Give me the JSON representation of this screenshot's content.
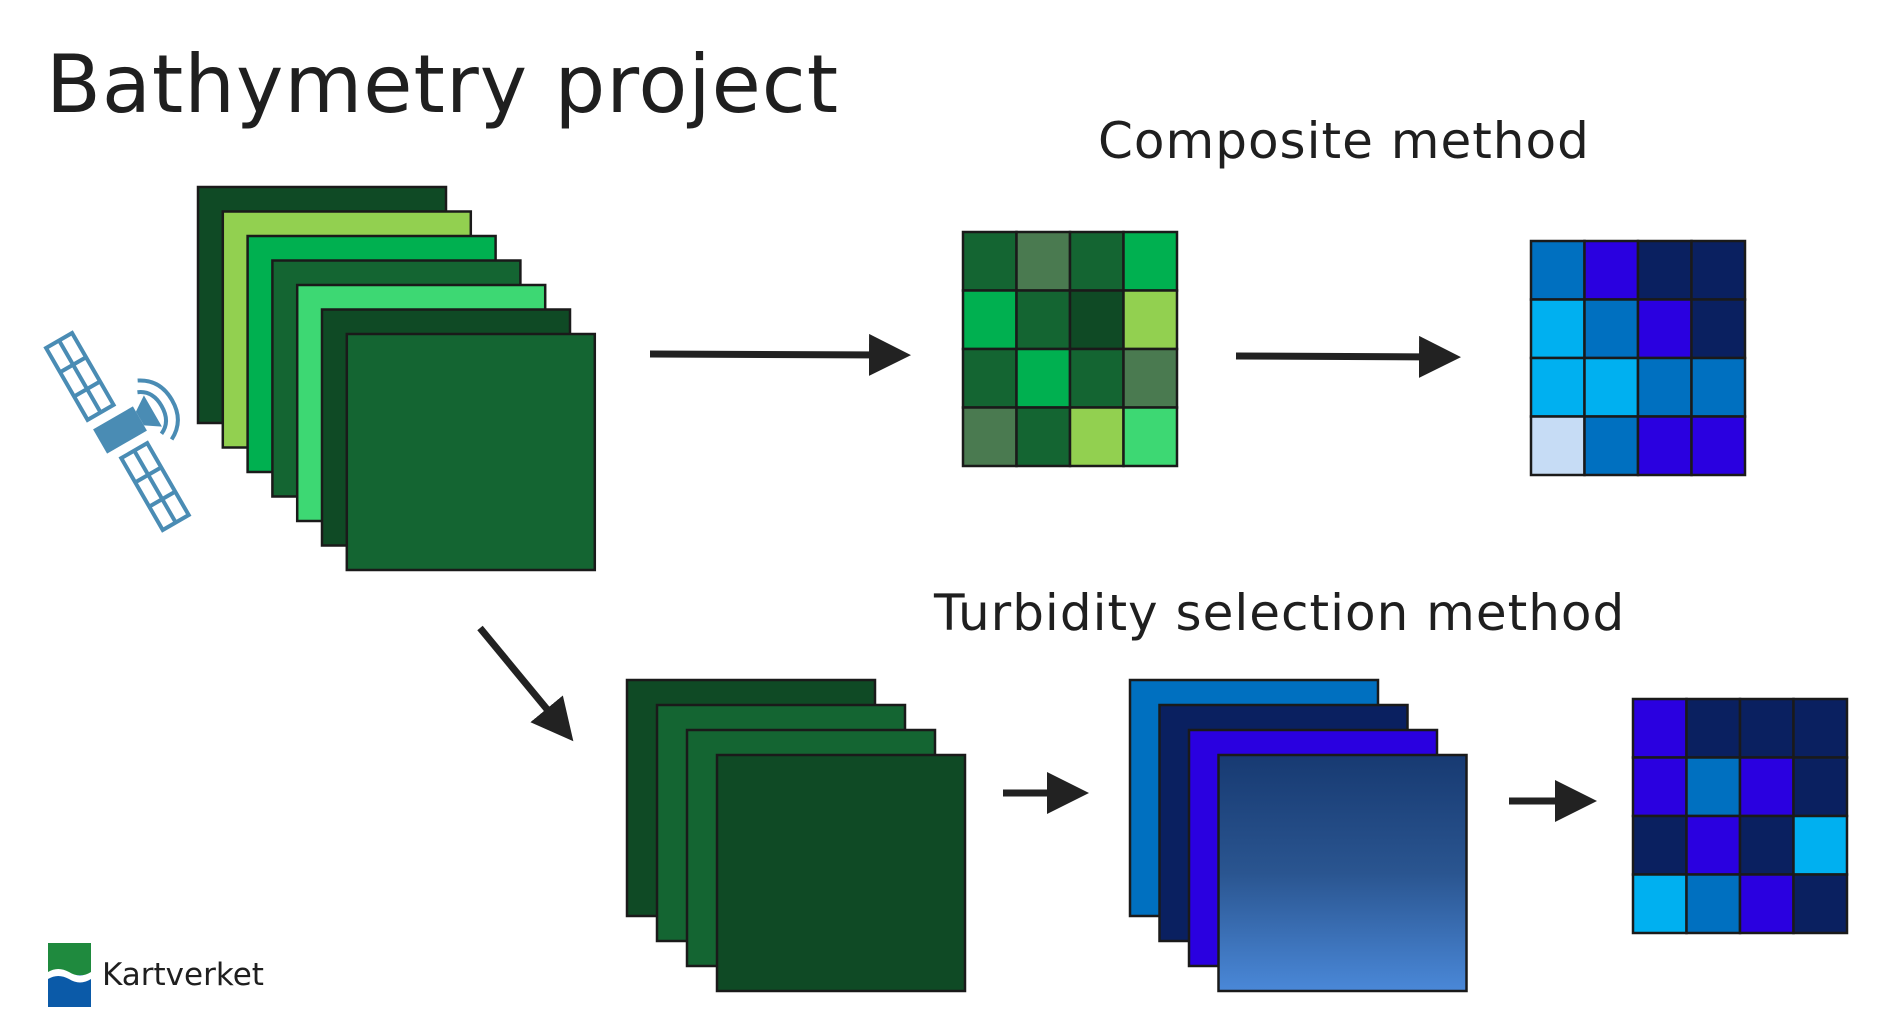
{
  "title": "Bathymetry project",
  "composite_label": "Composite method",
  "turbidity_label": "Turbidity selection method",
  "logo_text": "Kartverket",
  "colors": {
    "green_dark": "#0f4a25",
    "green_mid": "#146532",
    "green_bright": "#00b050",
    "green_light": "#92d050",
    "green_mint": "#3dd873",
    "green_gray": "#4a7a50",
    "blue_med": "#0070c0",
    "blue_navy": "#0a2060",
    "blue_violet": "#2a00e0",
    "blue_sky": "#00b0f0",
    "blue_pale": "#c6dcf5",
    "satellite": "#4a8cb4"
  },
  "icons": {
    "satellite": "satellite-icon",
    "logo": "kartverket-logo-icon"
  },
  "composite_green_grid": [
    [
      "green_mid",
      "green_gray",
      "green_mid",
      "green_bright"
    ],
    [
      "green_bright",
      "green_mid",
      "green_dark",
      "green_light"
    ],
    [
      "green_mid",
      "green_bright",
      "green_mid",
      "green_gray"
    ],
    [
      "green_gray",
      "green_mid",
      "green_light",
      "green_mint"
    ]
  ],
  "composite_blue_grid": [
    [
      "blue_med",
      "blue_violet",
      "blue_navy",
      "blue_navy"
    ],
    [
      "blue_sky",
      "blue_med",
      "blue_violet",
      "blue_navy"
    ],
    [
      "blue_sky",
      "blue_sky",
      "blue_med",
      "blue_med"
    ],
    [
      "blue_pale",
      "blue_med",
      "blue_violet",
      "blue_violet"
    ]
  ],
  "turbidity_blue_grid": [
    [
      "blue_violet",
      "blue_navy",
      "blue_navy",
      "blue_navy"
    ],
    [
      "blue_violet",
      "blue_med",
      "blue_violet",
      "blue_navy"
    ],
    [
      "blue_navy",
      "blue_violet",
      "blue_navy",
      "blue_sky"
    ],
    [
      "blue_sky",
      "blue_med",
      "blue_violet",
      "blue_navy"
    ]
  ],
  "input_stack_colors": [
    "green_dark",
    "green_light",
    "green_bright",
    "green_mid",
    "green_mint",
    "green_dark",
    "green_mid"
  ],
  "selected_stack_colors": [
    "green_dark",
    "green_mid",
    "green_mid",
    "green_dark"
  ],
  "depth_stack_colors": [
    "blue_med",
    "blue_navy",
    "blue_violet"
  ]
}
